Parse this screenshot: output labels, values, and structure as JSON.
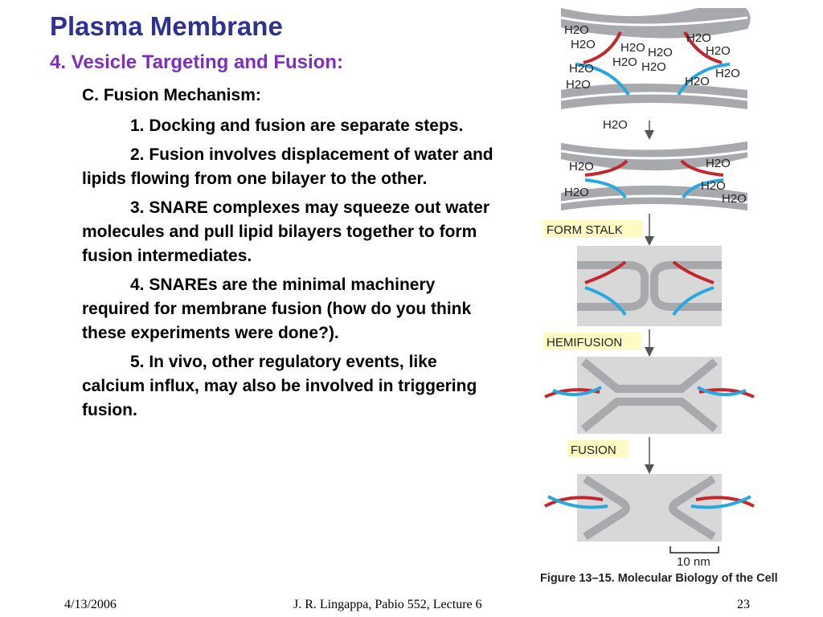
{
  "slide": {
    "title": "Plasma Membrane",
    "subtitle": "4.  Vesicle Targeting and Fusion:",
    "section": "C.  Fusion Mechanism:",
    "points": [
      "1.  Docking and fusion are separate steps.",
      "2.  Fusion involves displacement of water and lipids flowing from one bilayer to the other.",
      "3.  SNARE complexes may squeeze out water molecules  and pull lipid bilayers together to form fusion intermediates.",
      "4.  SNAREs are the minimal machinery required for membrane fusion (how do you think these experiments were done?).",
      "5.  In vivo, other regulatory events, like calcium influx, may also be involved in triggering fusion."
    ]
  },
  "figure": {
    "water_label": "H2O",
    "stage_labels": [
      "FORM STALK",
      "HEMIFUSION",
      "FUSION"
    ],
    "scale_label": "10 nm",
    "caption": "Figure 13–15. Molecular Biology of the Cell",
    "colors": {
      "membrane": "#a7a9ac",
      "membrane_dark": "#808285",
      "snare_red": "#c1272d",
      "snare_blue": "#29a8e0",
      "label_bg": "#fff9c4"
    }
  },
  "footer": {
    "date": "4/13/2006",
    "center": "J. R. Lingappa, Pabio 552, Lecture 6",
    "page": "23"
  }
}
